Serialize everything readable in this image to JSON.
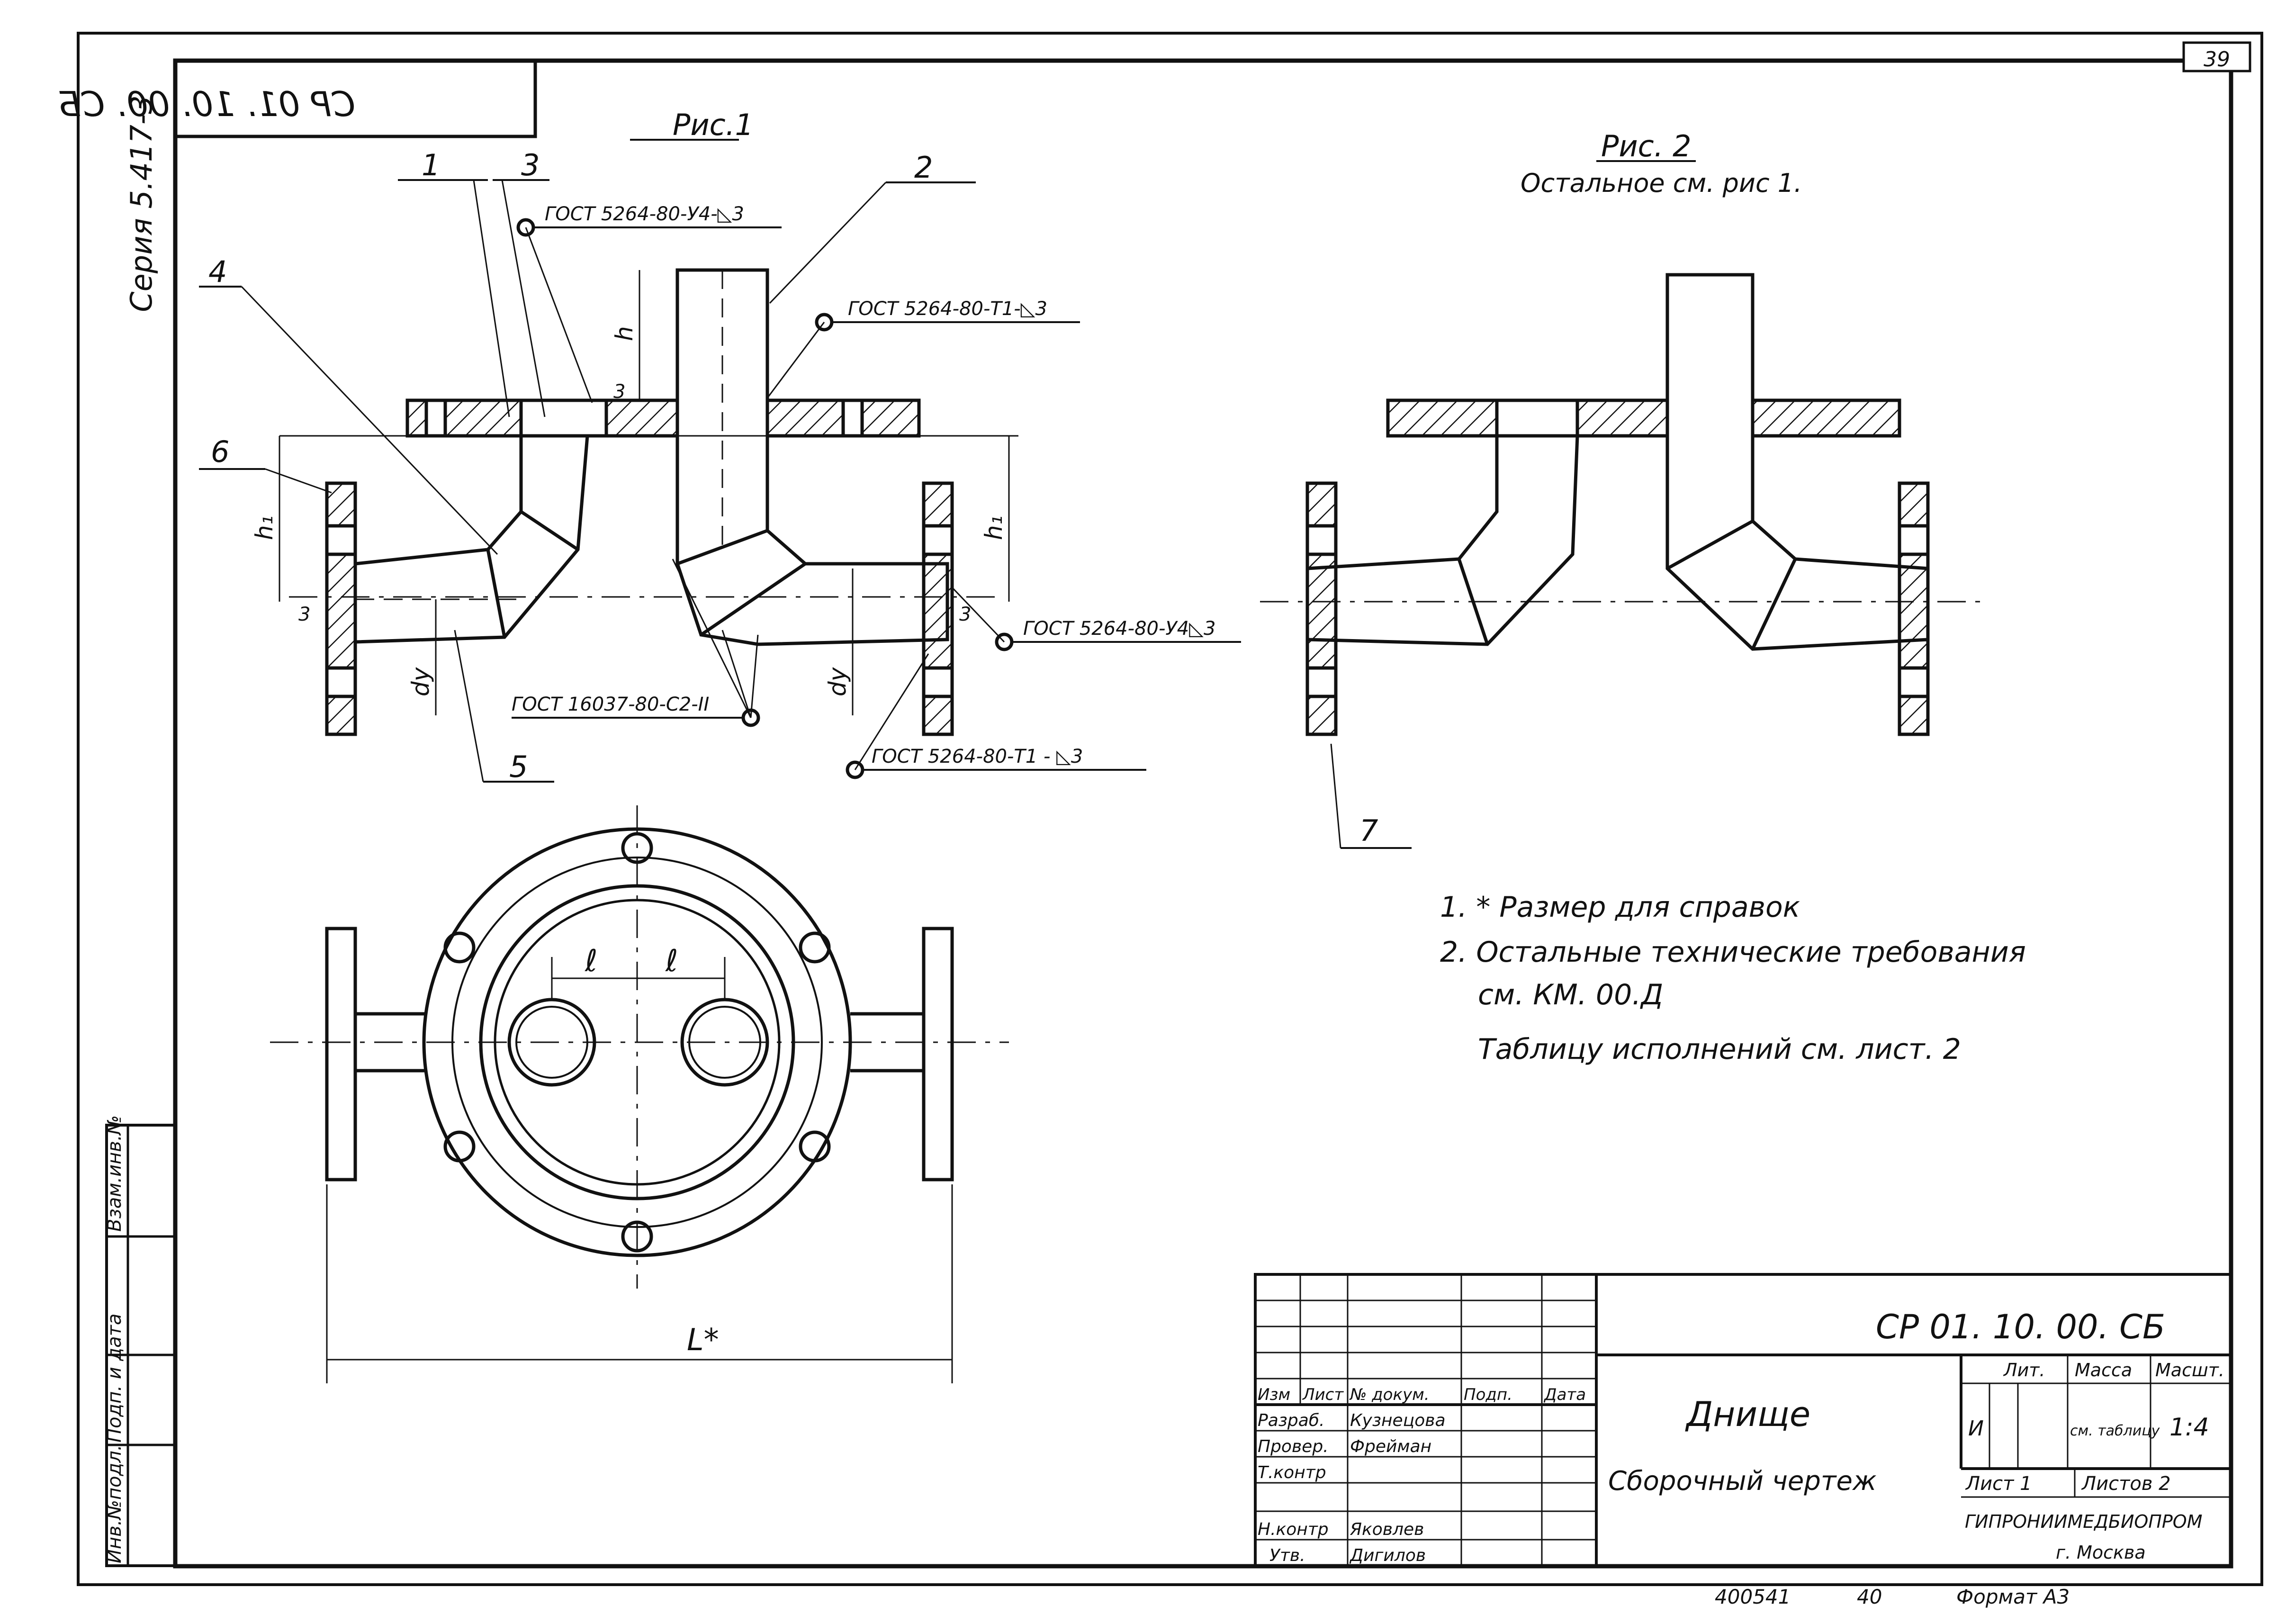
{
  "sheet": {
    "number": "39",
    "code": "СР 01. 10. 00. СБ",
    "code_mirrored": "СР 01. 10. 00. СБ",
    "series": "Серия 5.417-3"
  },
  "side_stamp": [
    "Инв.№подл.",
    "Подп. и дата",
    "Взам.инв.№"
  ],
  "fig1": {
    "title": "Рис.1",
    "callouts": [
      "1",
      "2",
      "3",
      "4",
      "5",
      "6"
    ],
    "weld_marks": [
      "ГОСТ 5264-80-У4-◺3",
      "ГОСТ 5264-80-Т1-◺3",
      "ГОСТ 5264-80-У4◺3",
      "ГОСТ 16037-80-С2-II",
      "ГОСТ 5264-80-Т1 - ◺3"
    ],
    "dims": {
      "h": "h",
      "h1": "h₁",
      "dy": "dy",
      "three": "3"
    }
  },
  "fig2": {
    "title": "Рис. 2",
    "subtitle": "Остальное см. рис 1.",
    "callout": "7"
  },
  "plan_view": {
    "l": "ℓ",
    "L": "L*"
  },
  "notes": [
    "1. * Размер для справок",
    "2. Остальные технические требования",
    "см. КМ. 00.Д",
    "Таблицу исполнений см. лист. 2"
  ],
  "title_block": {
    "code": "СР 01. 10. 00. СБ",
    "name": "Днище",
    "doc_type": "Сборочный чертеж",
    "headers": [
      "Изм",
      "Лист",
      "№ докум.",
      "Подп.",
      "Дата"
    ],
    "roles": [
      {
        "role": "Разраб.",
        "person": "Кузнецова"
      },
      {
        "role": "Провер.",
        "person": "Фрейман"
      },
      {
        "role": "Т.контр",
        "person": ""
      },
      {
        "role": "",
        "person": ""
      },
      {
        "role": "Н.контр",
        "person": "Яковлев"
      },
      {
        "role": "Утв.",
        "person": "Дигилов"
      }
    ],
    "lit_label": "Лит.",
    "mass_label": "Масса",
    "scale_label": "Масшт.",
    "lit_value": "И",
    "mass_value": "см. таблицу",
    "scale_value": "1:4",
    "sheet_label": "Лист 1",
    "sheets_label": "Листов 2",
    "org": "ГИПРОНИИМЕДБИОПРОМ",
    "city": "г. Москва"
  },
  "footer": {
    "inv": "400541",
    "n": "40",
    "format": "Формат А3"
  }
}
